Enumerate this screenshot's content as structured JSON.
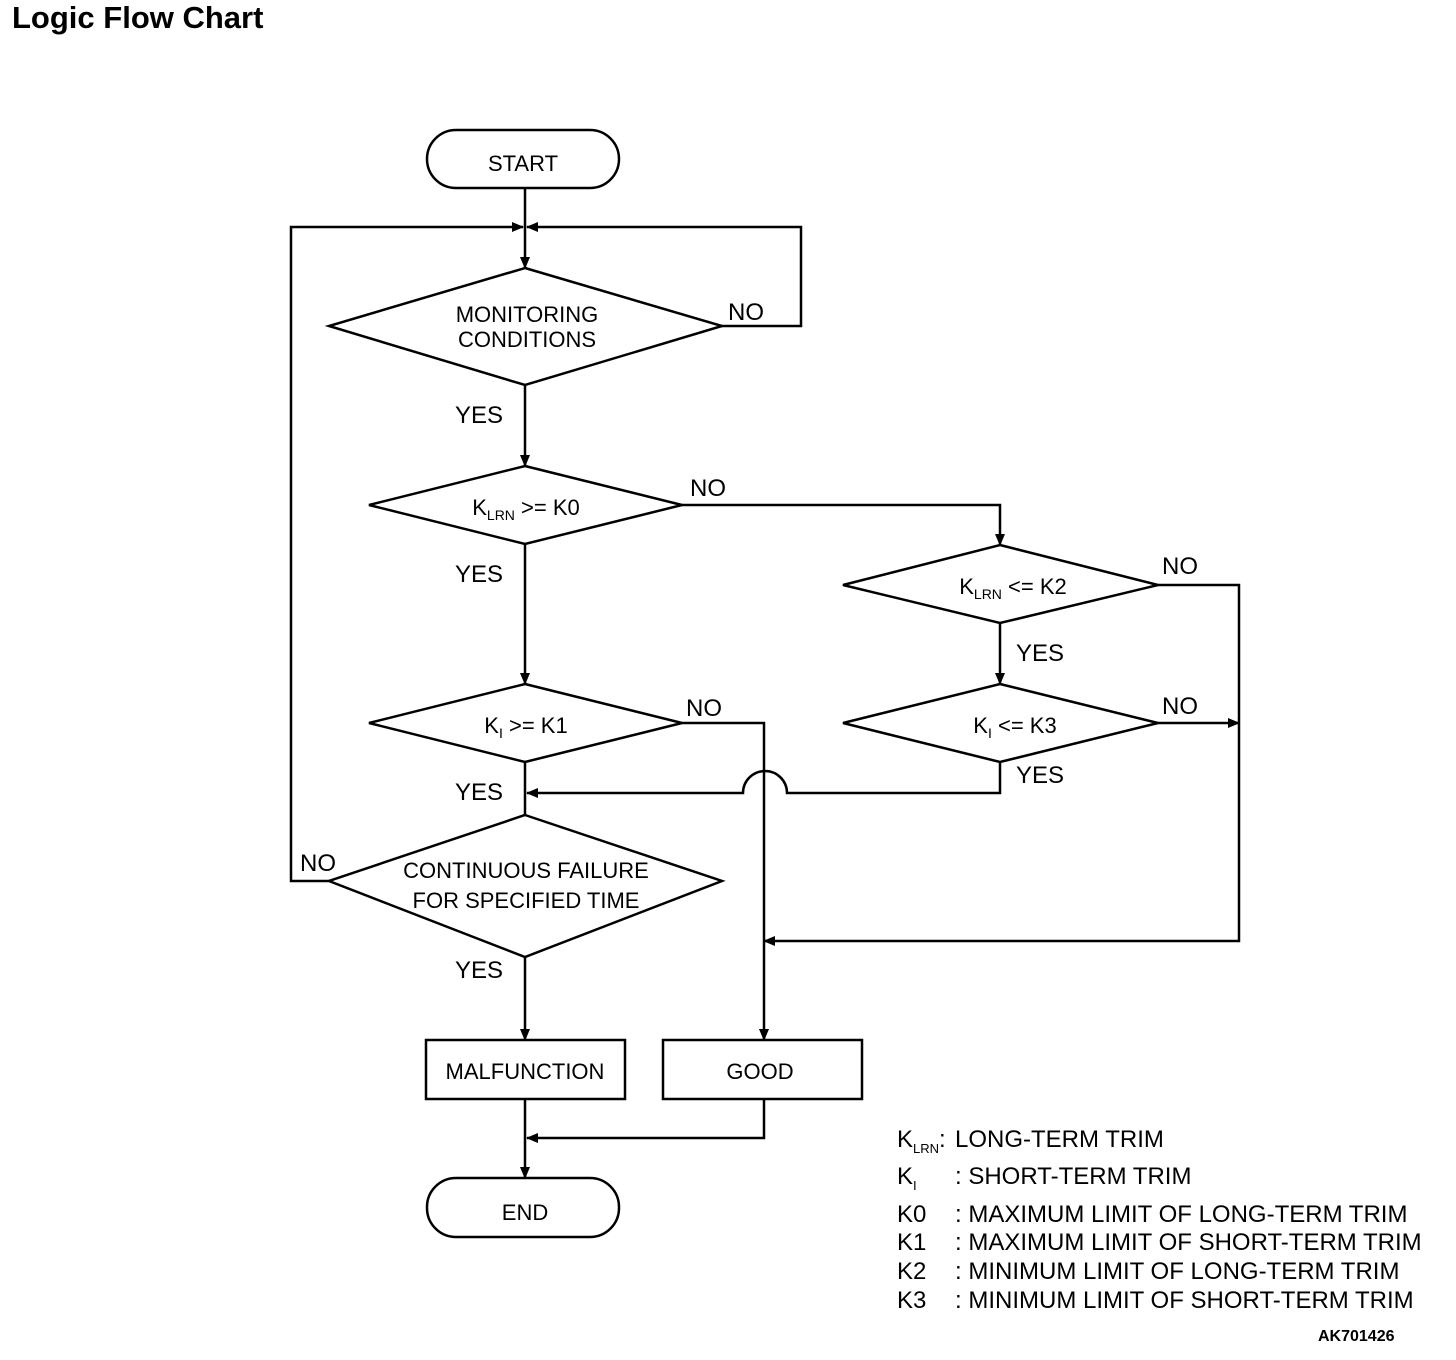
{
  "title": "Logic Flow Chart",
  "figure_id": "AK701426",
  "nodes": {
    "start": "START",
    "monitoring_line1": "MONITORING",
    "monitoring_line2": "CONDITIONS",
    "klrn_k0": {
      "base": "K",
      "sub": "LRN",
      "rest": " >= K0"
    },
    "klrn_k2": {
      "base": "K",
      "sub": "LRN",
      "rest": " <= K2"
    },
    "ki_k1": {
      "base": "K",
      "sub": "I",
      "rest": " >= K1"
    },
    "ki_k3": {
      "base": "K",
      "sub": "I",
      "rest": " <= K3"
    },
    "continuous_line1": "CONTINUOUS FAILURE",
    "continuous_line2": "FOR SPECIFIED TIME",
    "malfunction": "MALFUNCTION",
    "good": "GOOD",
    "end": "END"
  },
  "branch_labels": {
    "yes": "YES",
    "no": "NO"
  },
  "legend": [
    {
      "sym_base": "K",
      "sym_sub": "LRN",
      "sep": ":",
      "desc": " LONG-TERM TRIM"
    },
    {
      "sym_base": "K",
      "sym_sub": "I",
      "sep": "",
      "desc": ": SHORT-TERM TRIM"
    },
    {
      "sym_base": "K0",
      "sym_sub": "",
      "sep": "",
      "desc": ": MAXIMUM LIMIT OF LONG-TERM TRIM"
    },
    {
      "sym_base": "K1",
      "sym_sub": "",
      "sep": "",
      "desc": ": MAXIMUM LIMIT OF SHORT-TERM TRIM"
    },
    {
      "sym_base": "K2",
      "sym_sub": "",
      "sep": "",
      "desc": ": MINIMUM LIMIT OF LONG-TERM TRIM"
    },
    {
      "sym_base": "K3",
      "sym_sub": "",
      "sep": "",
      "desc": ": MINIMUM LIMIT OF SHORT-TERM TRIM"
    }
  ]
}
